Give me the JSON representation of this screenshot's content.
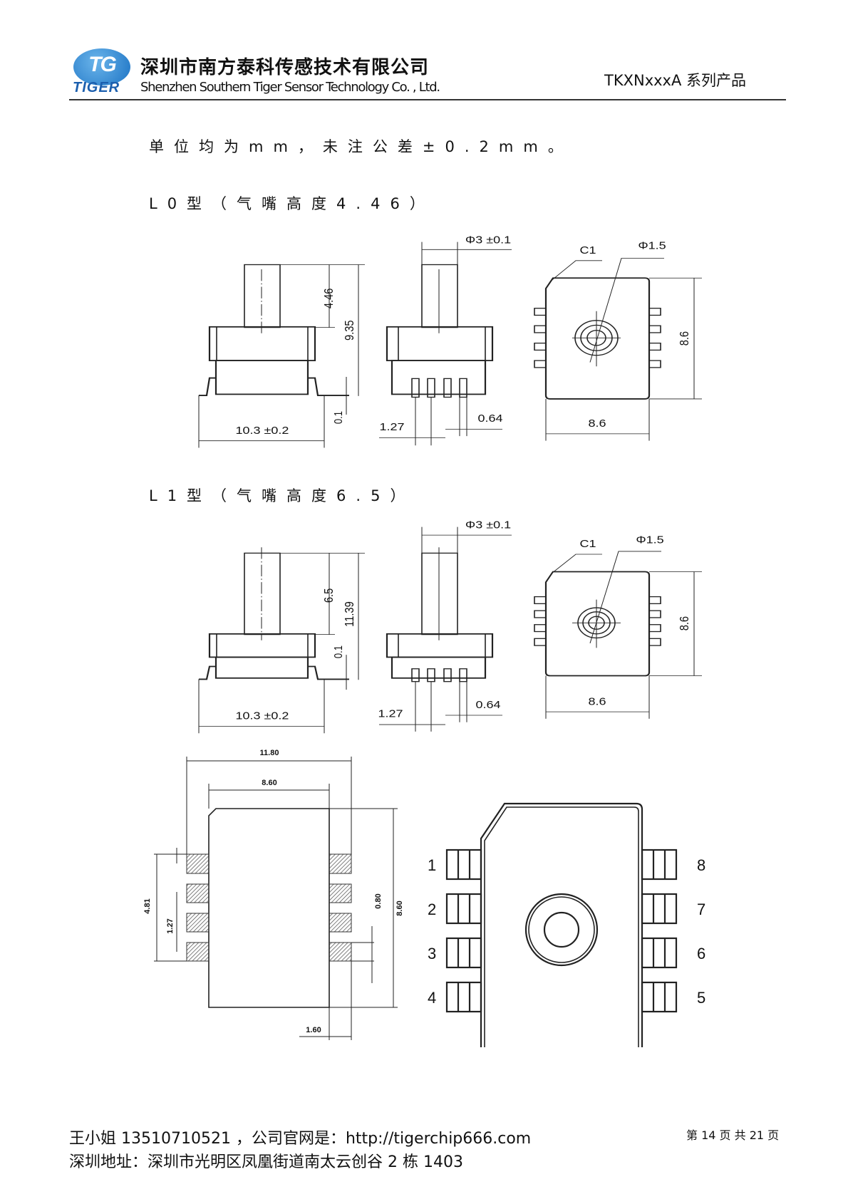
{
  "header": {
    "logo_letters": "TG",
    "logo_word": "TIGER",
    "company_cn": "深圳市南方泰科传感技术有限公司",
    "company_en": "Shenzhen Southern Tiger Sensor Technology Co. , Ltd.",
    "series": "TKXNxxxA 系列产品"
  },
  "notes": {
    "units": "单位均为mm，未注公差±0.2mm。",
    "l0_title": "L0型（气嘴高度4.46）",
    "l1_title": "L1型（气嘴高度6.5）"
  },
  "drawing_l0": {
    "nozzle_height": "4.46",
    "total_height": "9.35",
    "standoff": "0.1",
    "length": "10.3 ±0.2",
    "nozzle_dia": "Φ3 ±0.1",
    "pitch": "1.27",
    "pin_width": "0.64",
    "chamfer": "C1",
    "port_dia": "Φ1.5",
    "body_height": "8.6",
    "body_width": "8.6"
  },
  "drawing_l1": {
    "nozzle_height": "6.5",
    "total_height": "11.39",
    "standoff": "0.1",
    "length": "10.3 ±0.2",
    "nozzle_dia": "Φ3 ±0.1",
    "pitch": "1.27",
    "pin_width": "0.64",
    "chamfer": "C1",
    "port_dia": "Φ1.5",
    "body_height": "8.6",
    "body_width": "8.6"
  },
  "footprint": {
    "overall_width": "11.80",
    "body_width": "8.60",
    "body_height": "8.60",
    "pad_span": "4.81",
    "pitch": "1.27",
    "pad_width": "0.80",
    "pad_length": "1.60",
    "pins_left": [
      "1",
      "2",
      "3",
      "4"
    ],
    "pins_right": [
      "8",
      "7",
      "6",
      "5"
    ]
  },
  "footer": {
    "contact": "王小姐 13510710521 ，公司官网是：http://tigerchip666.com",
    "address": "深圳地址：深圳市光明区凤凰街道南太云创谷 2 栋 1403",
    "page": "第 14 页 共 21 页"
  }
}
